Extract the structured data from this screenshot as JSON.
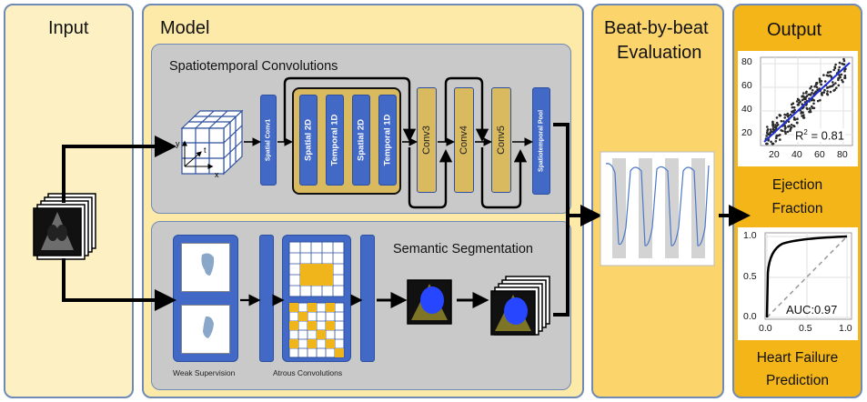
{
  "panels": {
    "input_title": "Input",
    "model_title": "Model",
    "beat_title_line1": "Beat-by-beat",
    "beat_title_line2": "Evaluation",
    "output_title": "Output"
  },
  "spatiotemporal": {
    "title": "Spatiotemporal Convolutions",
    "cube_labels": {
      "x": "x",
      "y": "y",
      "t": "t"
    },
    "spatial_conv1": "Spatial Conv1",
    "inner_blocks": [
      "Spatial 2D",
      "Temporal 1D",
      "Spatial 2D",
      "Temporal 1D"
    ],
    "conv_blocks": [
      "Conv3",
      "Conv4",
      "Conv5"
    ],
    "pool": "Spatiotemporal Pool"
  },
  "segmentation": {
    "title": "Semantic Segmentation",
    "weak_supervision": "Weak Supervision",
    "atrous": "Atrous Convolutions"
  },
  "output": {
    "scatter": {
      "r2_label": "R",
      "r2_exp": "2",
      "r2_value": " = 0.81",
      "y_ticks": [
        "80",
        "60",
        "40",
        "20"
      ],
      "x_ticks": [
        "20",
        "40",
        "60",
        "80"
      ]
    },
    "ef_line1": "Ejection",
    "ef_line2": "Fraction",
    "roc": {
      "auc": "AUC:0.97",
      "y_ticks": [
        "1.0",
        "0.5",
        "0.0"
      ],
      "x_ticks": [
        "0.0",
        "0.5",
        "1.0"
      ]
    },
    "hf_line1": "Heart Failure",
    "hf_line2": "Prediction"
  },
  "colors": {
    "input_bg": "#fdf0c3",
    "model_bg": "#fde9a8",
    "beat_bg": "#fbd46c",
    "output_bg": "#f3b518",
    "block_blue": "#4169c5",
    "block_gold": "#d9ba5e",
    "fit_line": "#1f2fd6"
  }
}
